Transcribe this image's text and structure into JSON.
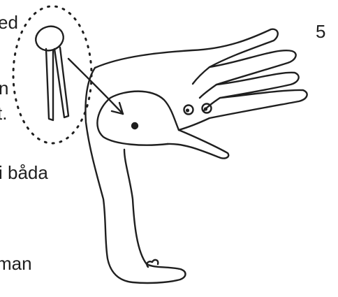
{
  "page": {
    "number": "5"
  },
  "text_fragments": [
    "ed",
    "n",
    "t.",
    "i båda",
    "man"
  ],
  "colors": {
    "ink": "#1f1f1f",
    "paper": "#ffffff"
  },
  "illustration": {
    "icons": [
      "pushpin-icon",
      "arrow-icon",
      "hand-icon",
      "eyes-icon"
    ]
  }
}
